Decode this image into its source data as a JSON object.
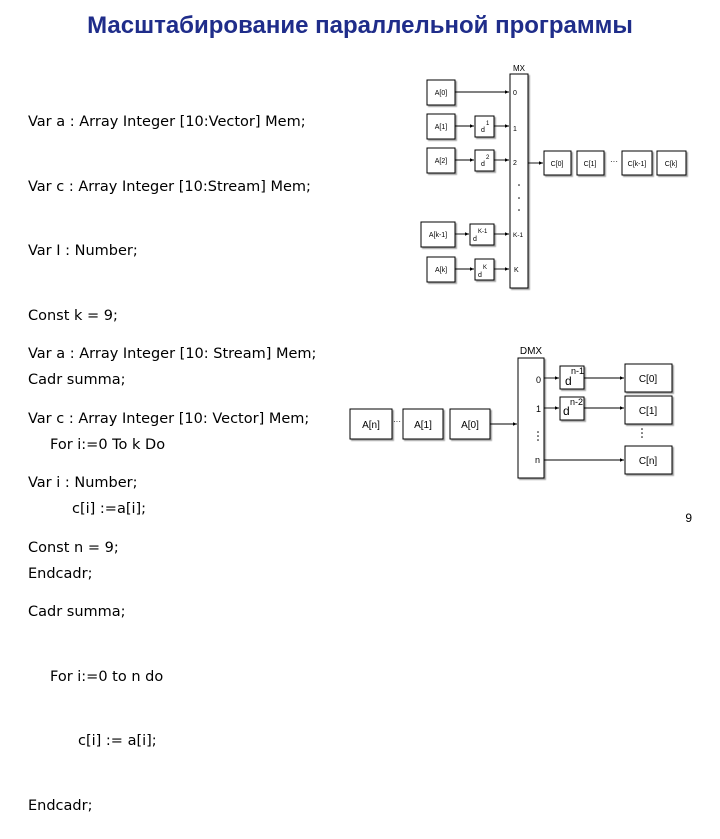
{
  "slide": {
    "title": "Масштабирование параллельной программы",
    "page_number": "9"
  },
  "code_block_1": {
    "lines": [
      "Var a : Array Integer [10:Vector] Mem;",
      "Var c : Array Integer [10:Stream] Mem;",
      "Var I : Number;",
      "Const k = 9;",
      "Cadr summa;",
      "For i:=0 To k Do",
      "c[i] :=a[i];",
      "Endcadr;"
    ]
  },
  "code_block_2": {
    "lines": [
      "Var a : Array Integer [10: Stream] Mem;",
      "Var c : Array Integer [10: Vector] Mem;",
      "Var i : Number;",
      "Const n = 9;",
      "Cadr summa;",
      "For i:=0 to n do",
      "c[i] := a[i];",
      "Endcadr;"
    ]
  },
  "diagram_1": {
    "mux_label": "MX",
    "inputs": [
      "A[0]",
      "A[1]",
      "A[2]",
      "A[k-1]",
      "A[k]"
    ],
    "delay_base": "d",
    "delay_exps": [
      "1",
      "2",
      "K-1",
      "K"
    ],
    "ports": [
      "0",
      "1",
      "2",
      "K-1",
      "K"
    ],
    "outputs": [
      "C[0]",
      "C[1]",
      "C[k-1]",
      "C[k]"
    ],
    "ellipsis": "···"
  },
  "diagram_2": {
    "mux_label": "DMX",
    "inputs": [
      "A[n]",
      "A[1]",
      "A[0]"
    ],
    "ports": [
      "0",
      "1",
      "n"
    ],
    "delay_base": "d",
    "delay_exps": [
      "n-1",
      "n-2"
    ],
    "outputs": [
      "C[0]",
      "C[1]",
      "C[n]"
    ],
    "ellipsis": "···"
  }
}
